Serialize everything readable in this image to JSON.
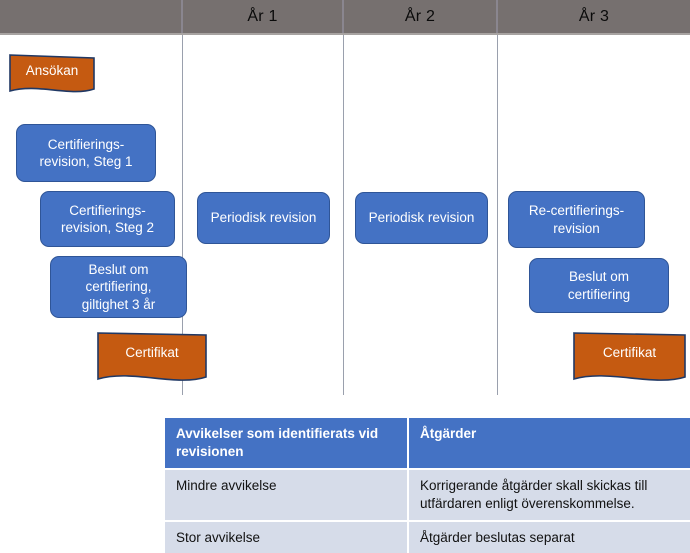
{
  "header": {
    "columns": [
      {
        "label": "",
        "name": "header-cell-blank"
      },
      {
        "label": "År 1",
        "name": "header-cell-year-1"
      },
      {
        "label": "År 2",
        "name": "header-cell-year-2"
      },
      {
        "label": "År 3",
        "name": "header-cell-year-3"
      }
    ]
  },
  "colors": {
    "band": "#76706F",
    "blue": "#4472C4",
    "blue_border": "#2F5597",
    "orange": "#C55A11",
    "orange_border": "#203864",
    "table_header": "#4472C4",
    "table_row": "#D6DCE9"
  },
  "timeline": {
    "application": {
      "label": "Ansökan"
    },
    "steps": [
      {
        "label": "Certifierings-\nrevision, Steg 1"
      },
      {
        "label": "Certifierings-\nrevision, Steg 2"
      },
      {
        "label": "Beslut om\ncertifiering,\ngiltighet 3 år"
      }
    ],
    "certificate_1": {
      "label": "Certifikat"
    },
    "year1": {
      "label": "Periodisk revision"
    },
    "year2": {
      "label": "Periodisk revision"
    },
    "year3": {
      "audit": {
        "label": "Re-certifierings-\nrevision"
      },
      "decision": {
        "label": "Beslut om\ncertifiering"
      },
      "certificate": {
        "label": "Certifikat"
      }
    }
  },
  "table": {
    "headers": [
      "Avvikelser som identifierats vid revisionen",
      "Åtgärder"
    ],
    "rows": [
      {
        "deviation": "Mindre avvikelse",
        "action": "Korrigerande åtgärder skall skickas till utfärdaren enligt överenskommelse."
      },
      {
        "deviation": "Stor avvikelse",
        "action": "Åtgärder beslutas separat"
      }
    ]
  }
}
